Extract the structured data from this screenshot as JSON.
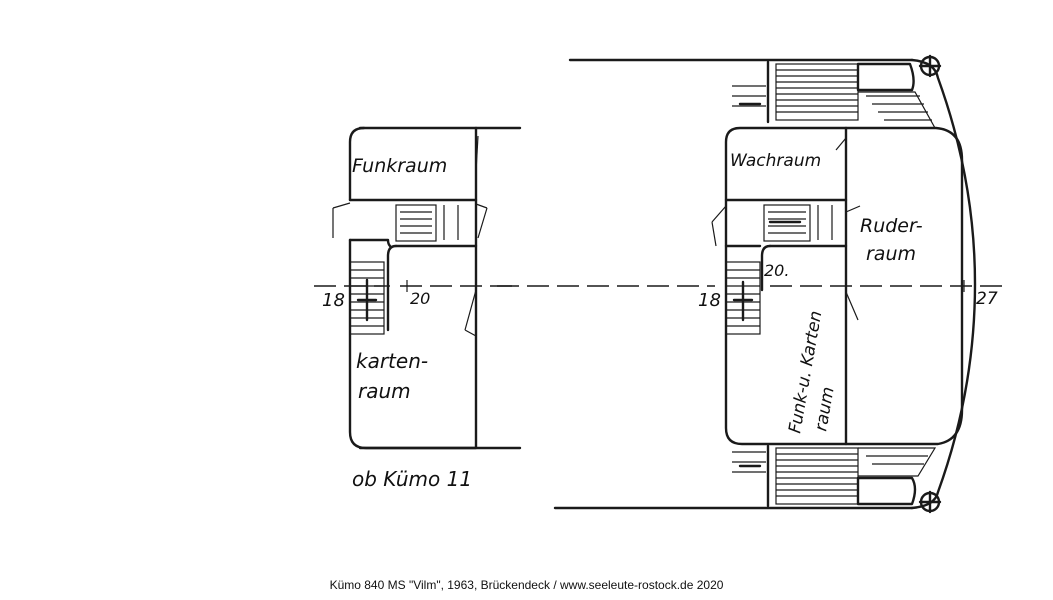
{
  "labels": {
    "funkraum": "Funkraum",
    "kartenraum_line1": "karten-",
    "kartenraum_line2": "raum",
    "frame18_left": "18",
    "frame20_left": "20",
    "subtitle_left": "ob Kümo 11",
    "wachraum": "Wachraum",
    "ruderraum_line1": "Ruder-",
    "ruderraum_line2": "raum",
    "frame18_right": "18",
    "frame20_right": "20.",
    "frame27_right": "27",
    "funk_karten_line1": "Funk-u. Karten",
    "funk_karten_line2": "raum"
  },
  "caption": "Kümo 840 MS \"Vilm\", 1963, Brückendeck / www.seeleute-rostock.de 2020",
  "colors": {
    "ink": "#1a1a1a",
    "background": "#ffffff"
  }
}
